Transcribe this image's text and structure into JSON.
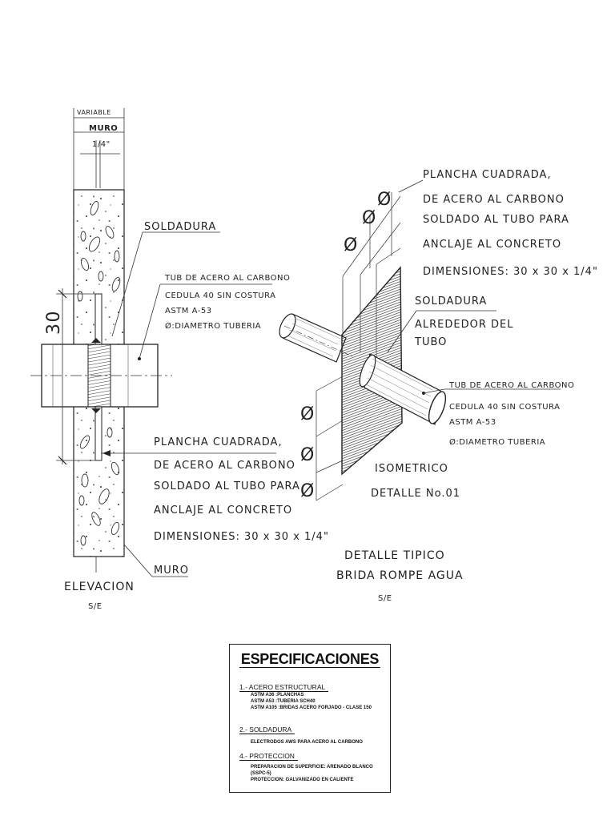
{
  "elevation": {
    "variable_label": "VARIABLE",
    "muro_top_label": "MURO",
    "quarter_inch": "1/4\"",
    "dim_30": "30",
    "soldadura": "SOLDADURA",
    "tub_lines": [
      "TUB DE ACERO AL CARBONO",
      "CEDULA 40 SIN COSTURA",
      "ASTM A-53",
      "Ø:DIAMETRO TUBERIA"
    ],
    "plancha_lines": [
      "PLANCHA CUADRADA,",
      "DE ACERO AL CARBONO",
      "SOLDADO AL TUBO PARA",
      "ANCLAJE AL CONCRETO",
      "DIMENSIONES: 30 x 30 x 1/4\""
    ],
    "muro_label": "MURO",
    "title": "ELEVACION",
    "scale": "S/E"
  },
  "isometric": {
    "plancha_lines": [
      "PLANCHA CUADRADA,",
      "DE ACERO AL CARBONO",
      "SOLDADO AL TUBO PARA",
      "ANCLAJE AL CONCRETO",
      "DIMENSIONES: 30 x 30 x 1/4\""
    ],
    "soldadura_lines": [
      "SOLDADURA",
      "ALREDEDOR DEL",
      "TUBO"
    ],
    "tub_lines": [
      "TUB DE ACERO AL CARBONO",
      "CEDULA 40 SIN COSTURA",
      "ASTM A-53",
      "Ø:DIAMETRO TUBERIA"
    ],
    "diam_symbol": "Ø",
    "title_lines": [
      "ISOMETRICO",
      "DETALLE No.01"
    ]
  },
  "main_title": {
    "lines": [
      "DETALLE TIPICO",
      "BRIDA ROMPE AGUA"
    ],
    "scale": "S/E"
  },
  "specs": {
    "title": "ESPECIFICACIONES",
    "sections": [
      {
        "heading": "1.- ACERO ESTRUCTURAL",
        "lines": [
          "ASTM A36   :PLANCHAS",
          "ASTM A53   :TUBERIA SCH40",
          "ASTM A105 :BRIDAS ACERO FORJADO - CLASE 150"
        ]
      },
      {
        "heading": "2.- SOLDADURA",
        "lines": [
          "ELECTRODOS AWS PARA ACERO AL CARBONO"
        ]
      },
      {
        "heading": "4.- PROTECCION",
        "lines": [
          "PREPARACION DE SUPERFICIE: ARENADO BLANCO (SSPC-5)",
          "PROTECCION: GALVANIZADO EN CALIENTE"
        ]
      }
    ]
  }
}
